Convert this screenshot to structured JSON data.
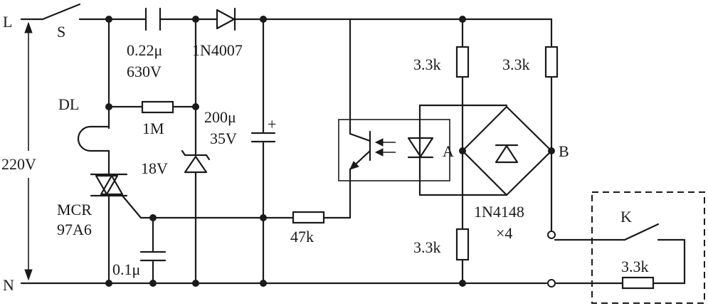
{
  "labels": {
    "line": "L",
    "neutral": "N",
    "voltage": "220V",
    "switch_s": "S",
    "cap_value": "0.22μ",
    "cap_voltage": "630V",
    "diode": "1N4007",
    "bulb": "DL",
    "res_1m": "1M",
    "elec_cap_value": "200μ",
    "elec_cap_voltage": "35V",
    "plus": "+",
    "zener": "18V",
    "triac_name": "MCR",
    "triac_part": "97A6",
    "cap_01": "0.1μ",
    "res_47k": "47k",
    "res_33k_top_left": "3.3k",
    "res_33k_top_right": "3.3k",
    "res_33k_bottom": "3.3k",
    "res_33k_k": "3.3k",
    "node_a": "A",
    "node_b": "B",
    "bridge_part": "1N4148",
    "bridge_count": "×4",
    "switch_k": "K"
  }
}
